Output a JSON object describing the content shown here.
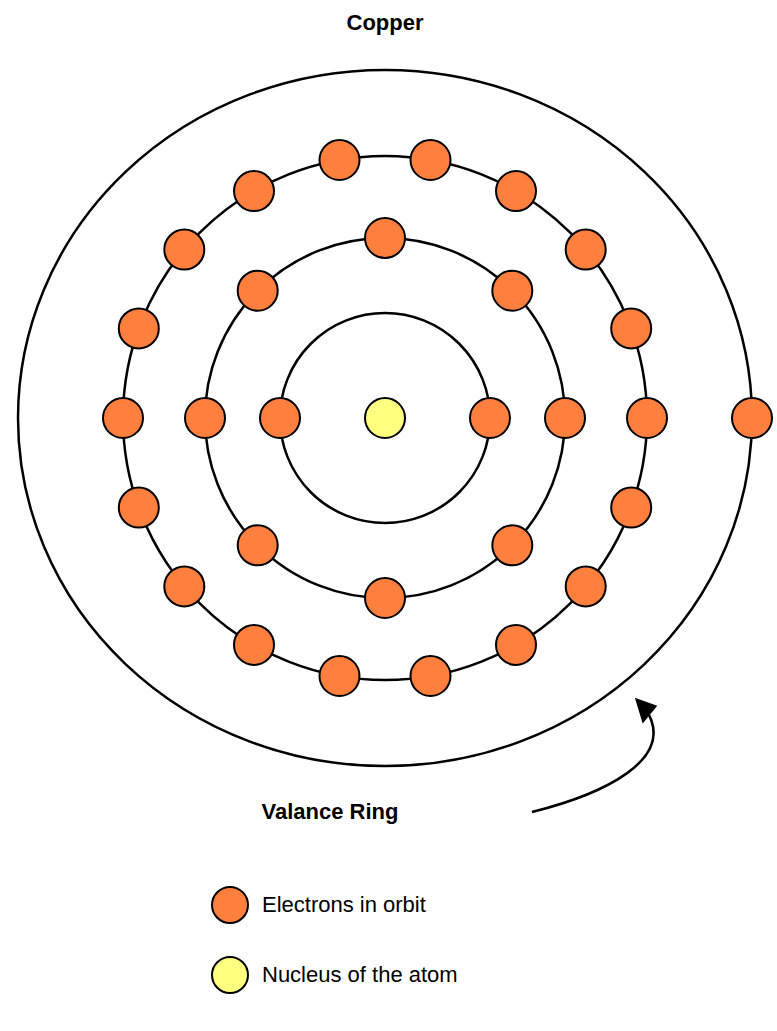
{
  "diagram": {
    "title": "Copper",
    "labels": [
      "Valance Ring"
    ],
    "legend": [
      {
        "text": "Electrons in orbit",
        "color": "#ff7f3f"
      },
      {
        "text": "Nucleus of the atom",
        "color": "#ffff80"
      }
    ]
  }
}
